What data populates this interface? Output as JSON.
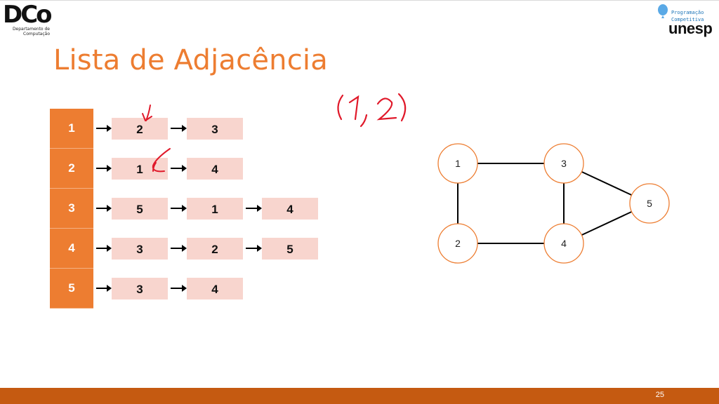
{
  "logo_left": {
    "mark": "DCo",
    "line1": "Departamento de",
    "line2": "Computação"
  },
  "logo_right": {
    "line1": "Programação",
    "line2": "Competitiva",
    "wordmark": "unesp",
    "colors": {
      "balloon": "#5aa9e6",
      "text": "#1d75b8"
    }
  },
  "title": "Lista de Adjacência",
  "adjacency_list": [
    {
      "vertex": "1",
      "neighbors": [
        "2",
        "3"
      ]
    },
    {
      "vertex": "2",
      "neighbors": [
        "1",
        "4"
      ]
    },
    {
      "vertex": "3",
      "neighbors": [
        "5",
        "1",
        "4"
      ]
    },
    {
      "vertex": "4",
      "neighbors": [
        "3",
        "2",
        "5"
      ]
    },
    {
      "vertex": "5",
      "neighbors": [
        "3",
        "4"
      ]
    }
  ],
  "annotation": "(1,2)",
  "graph": {
    "nodes": [
      "1",
      "2",
      "3",
      "4",
      "5"
    ],
    "edges": [
      [
        "1",
        "3"
      ],
      [
        "1",
        "2"
      ],
      [
        "2",
        "4"
      ],
      [
        "3",
        "4"
      ],
      [
        "3",
        "5"
      ],
      [
        "4",
        "5"
      ]
    ]
  },
  "colors": {
    "accent": "#ed7d31",
    "list_cell": "#f8d5ce",
    "footer": "#c55a11",
    "ink": "#e0192a",
    "node_border": "#ed7d31"
  },
  "footer": {
    "page_number": "25"
  }
}
